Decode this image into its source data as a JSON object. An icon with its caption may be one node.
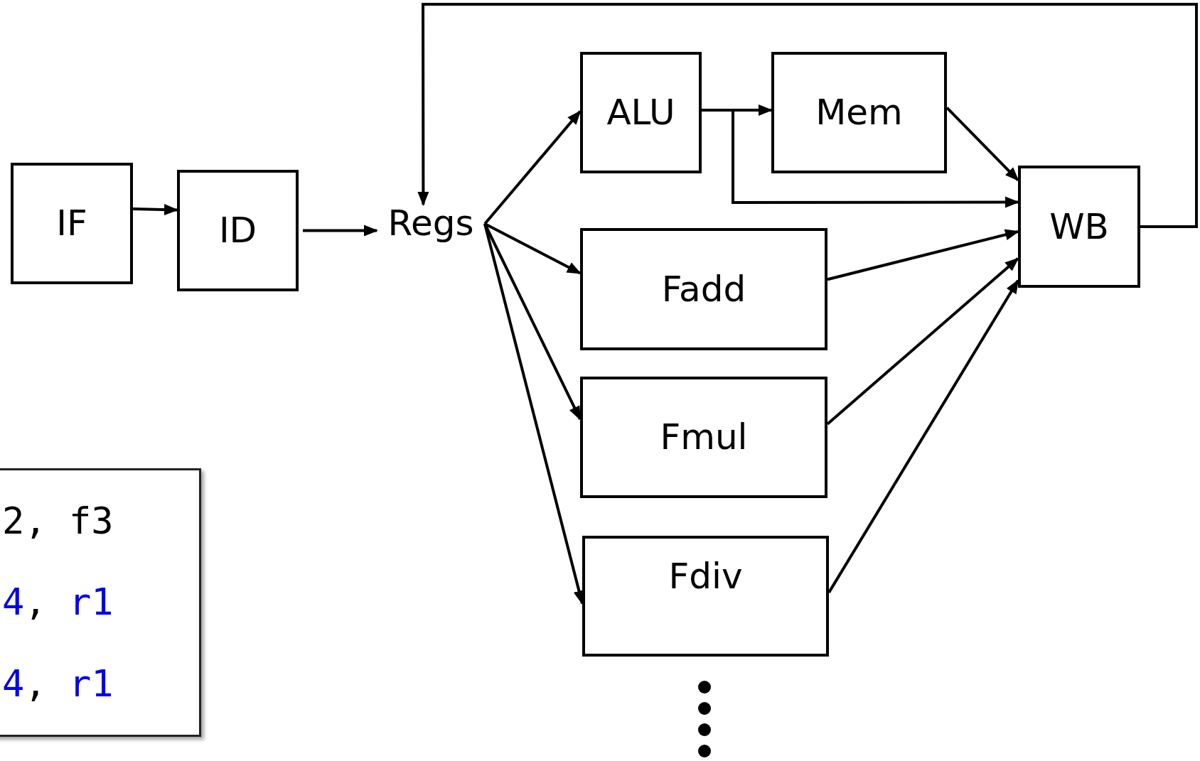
{
  "diagram": {
    "nodes": [
      {
        "text": [
          "IF"
        ]
      },
      {
        "text": [
          "ID"
        ]
      },
      {
        "text": [
          "Regs"
        ]
      },
      {
        "text": [
          "ALU"
        ]
      },
      {
        "text": [
          "Mem"
        ]
      },
      {
        "text": [
          "WB"
        ]
      },
      {
        "text": [
          "Fadd"
        ]
      },
      {
        "text": [
          "Fmul"
        ]
      },
      {
        "text": [
          "Fdiv"
        ]
      },
      {
        "text": [
          "2, f3",
          "4, r1",
          "4, r1"
        ]
      }
    ],
    "edges": [
      {
        "from": 0,
        "to": 1,
        "arrow": "to"
      },
      {
        "from": 1,
        "to": 2,
        "arrow": "to"
      },
      {
        "from": 2,
        "to": 3,
        "arrow": "to"
      },
      {
        "from": 2,
        "to": 6,
        "arrow": "to"
      },
      {
        "from": 2,
        "to": 7,
        "arrow": "to"
      },
      {
        "from": 2,
        "to": 8,
        "arrow": "to"
      },
      {
        "from": 3,
        "to": 4,
        "arrow": "to"
      },
      {
        "from": 3,
        "to": 5,
        "arrow": "to"
      },
      {
        "from": 4,
        "to": 5,
        "arrow": "to"
      },
      {
        "from": 6,
        "to": 5,
        "arrow": "to"
      },
      {
        "from": 7,
        "to": 5,
        "arrow": "to"
      },
      {
        "from": 8,
        "to": 5,
        "arrow": "to"
      },
      {
        "from": 5,
        "to": 2,
        "arrow": "to"
      }
    ]
  }
}
